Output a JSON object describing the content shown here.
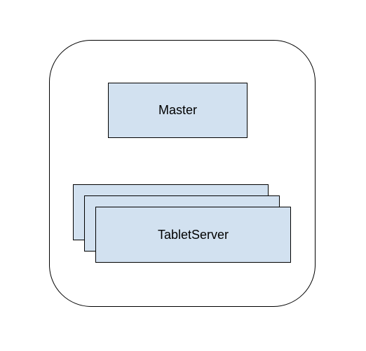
{
  "diagram": {
    "master": {
      "label": "Master"
    },
    "tablet_server": {
      "label": "TabletServer",
      "stack_count": 3
    },
    "colors": {
      "box_fill": "#d2e1f0",
      "stroke": "#000000",
      "background": "#ffffff"
    }
  }
}
